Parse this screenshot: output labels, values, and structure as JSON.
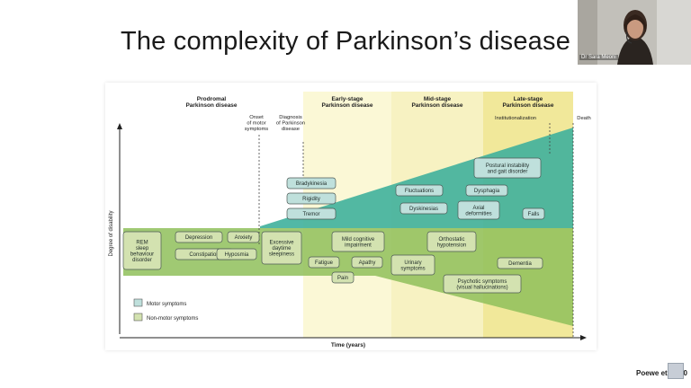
{
  "slide": {
    "title": "The complexity of Parkinson’s disease",
    "citation": "Poewe et al, 20"
  },
  "video": {
    "participant_name": "Dr Sara Meoni"
  },
  "figure": {
    "stages": [
      {
        "label": "Prodromal\nParkinson disease"
      },
      {
        "label": "Early-stage\nParkinson disease"
      },
      {
        "label": "Mid-stage\nParkinson disease"
      },
      {
        "label": "Late-stage\nParkinson disease"
      }
    ],
    "milestones": [
      {
        "label": "Onset\nof motor\nsymptoms"
      },
      {
        "label": "Diagnosis\nof Parkinson\ndisease"
      },
      {
        "label": "Institutionalization"
      },
      {
        "label": "Death"
      }
    ],
    "y_axis_label": "Degree of disability",
    "x_axis_label": "Time (years)",
    "legend": [
      {
        "label": "Motor symptoms",
        "color": "#bfe0dc"
      },
      {
        "label": "Non-motor symptoms",
        "color": "#d3e2b0"
      }
    ],
    "colors": {
      "motor_band": "#3fb09c",
      "nonmotor_band": "#8fbf5a",
      "stage_early": "#fbf8d6",
      "stage_mid": "#f7f2c2",
      "stage_late": "#f1e89a"
    },
    "motor_symptoms": [
      "Bradykinesia",
      "Rigidity",
      "Tremor",
      "Fluctuations",
      "Dysphagia",
      "Postural instability\nand gait disorder",
      "Dyskinesias",
      "Axial\ndeformities",
      "Falls"
    ],
    "nonmotor_symptoms": [
      "REM\nsleep\nbehaviour\ndisorder",
      "Depression",
      "Anxiety",
      "Constipation",
      "Hyposmia",
      "Excessive\ndaytime\nsleepiness",
      "Mild cognitive\nimpairment",
      "Orthostatic\nhypotension",
      "Fatigue",
      "Apathy",
      "Pain",
      "Urinary\nsymptoms",
      "Dementia",
      "Psychotic symptoms\n(visual hallucinations)"
    ]
  }
}
